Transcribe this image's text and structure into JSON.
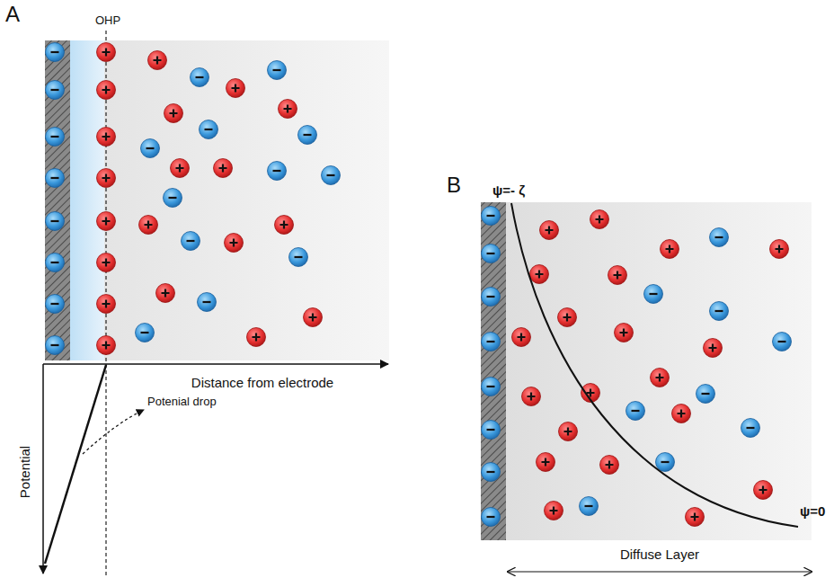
{
  "diagram": {
    "labels": [
      "A",
      "OHP",
      "Distance from electrode",
      "Potential",
      "Potenial drop",
      "B",
      "ψ=- ζ",
      "ψ=0",
      "Diffuse Layer"
    ]
  }
}
